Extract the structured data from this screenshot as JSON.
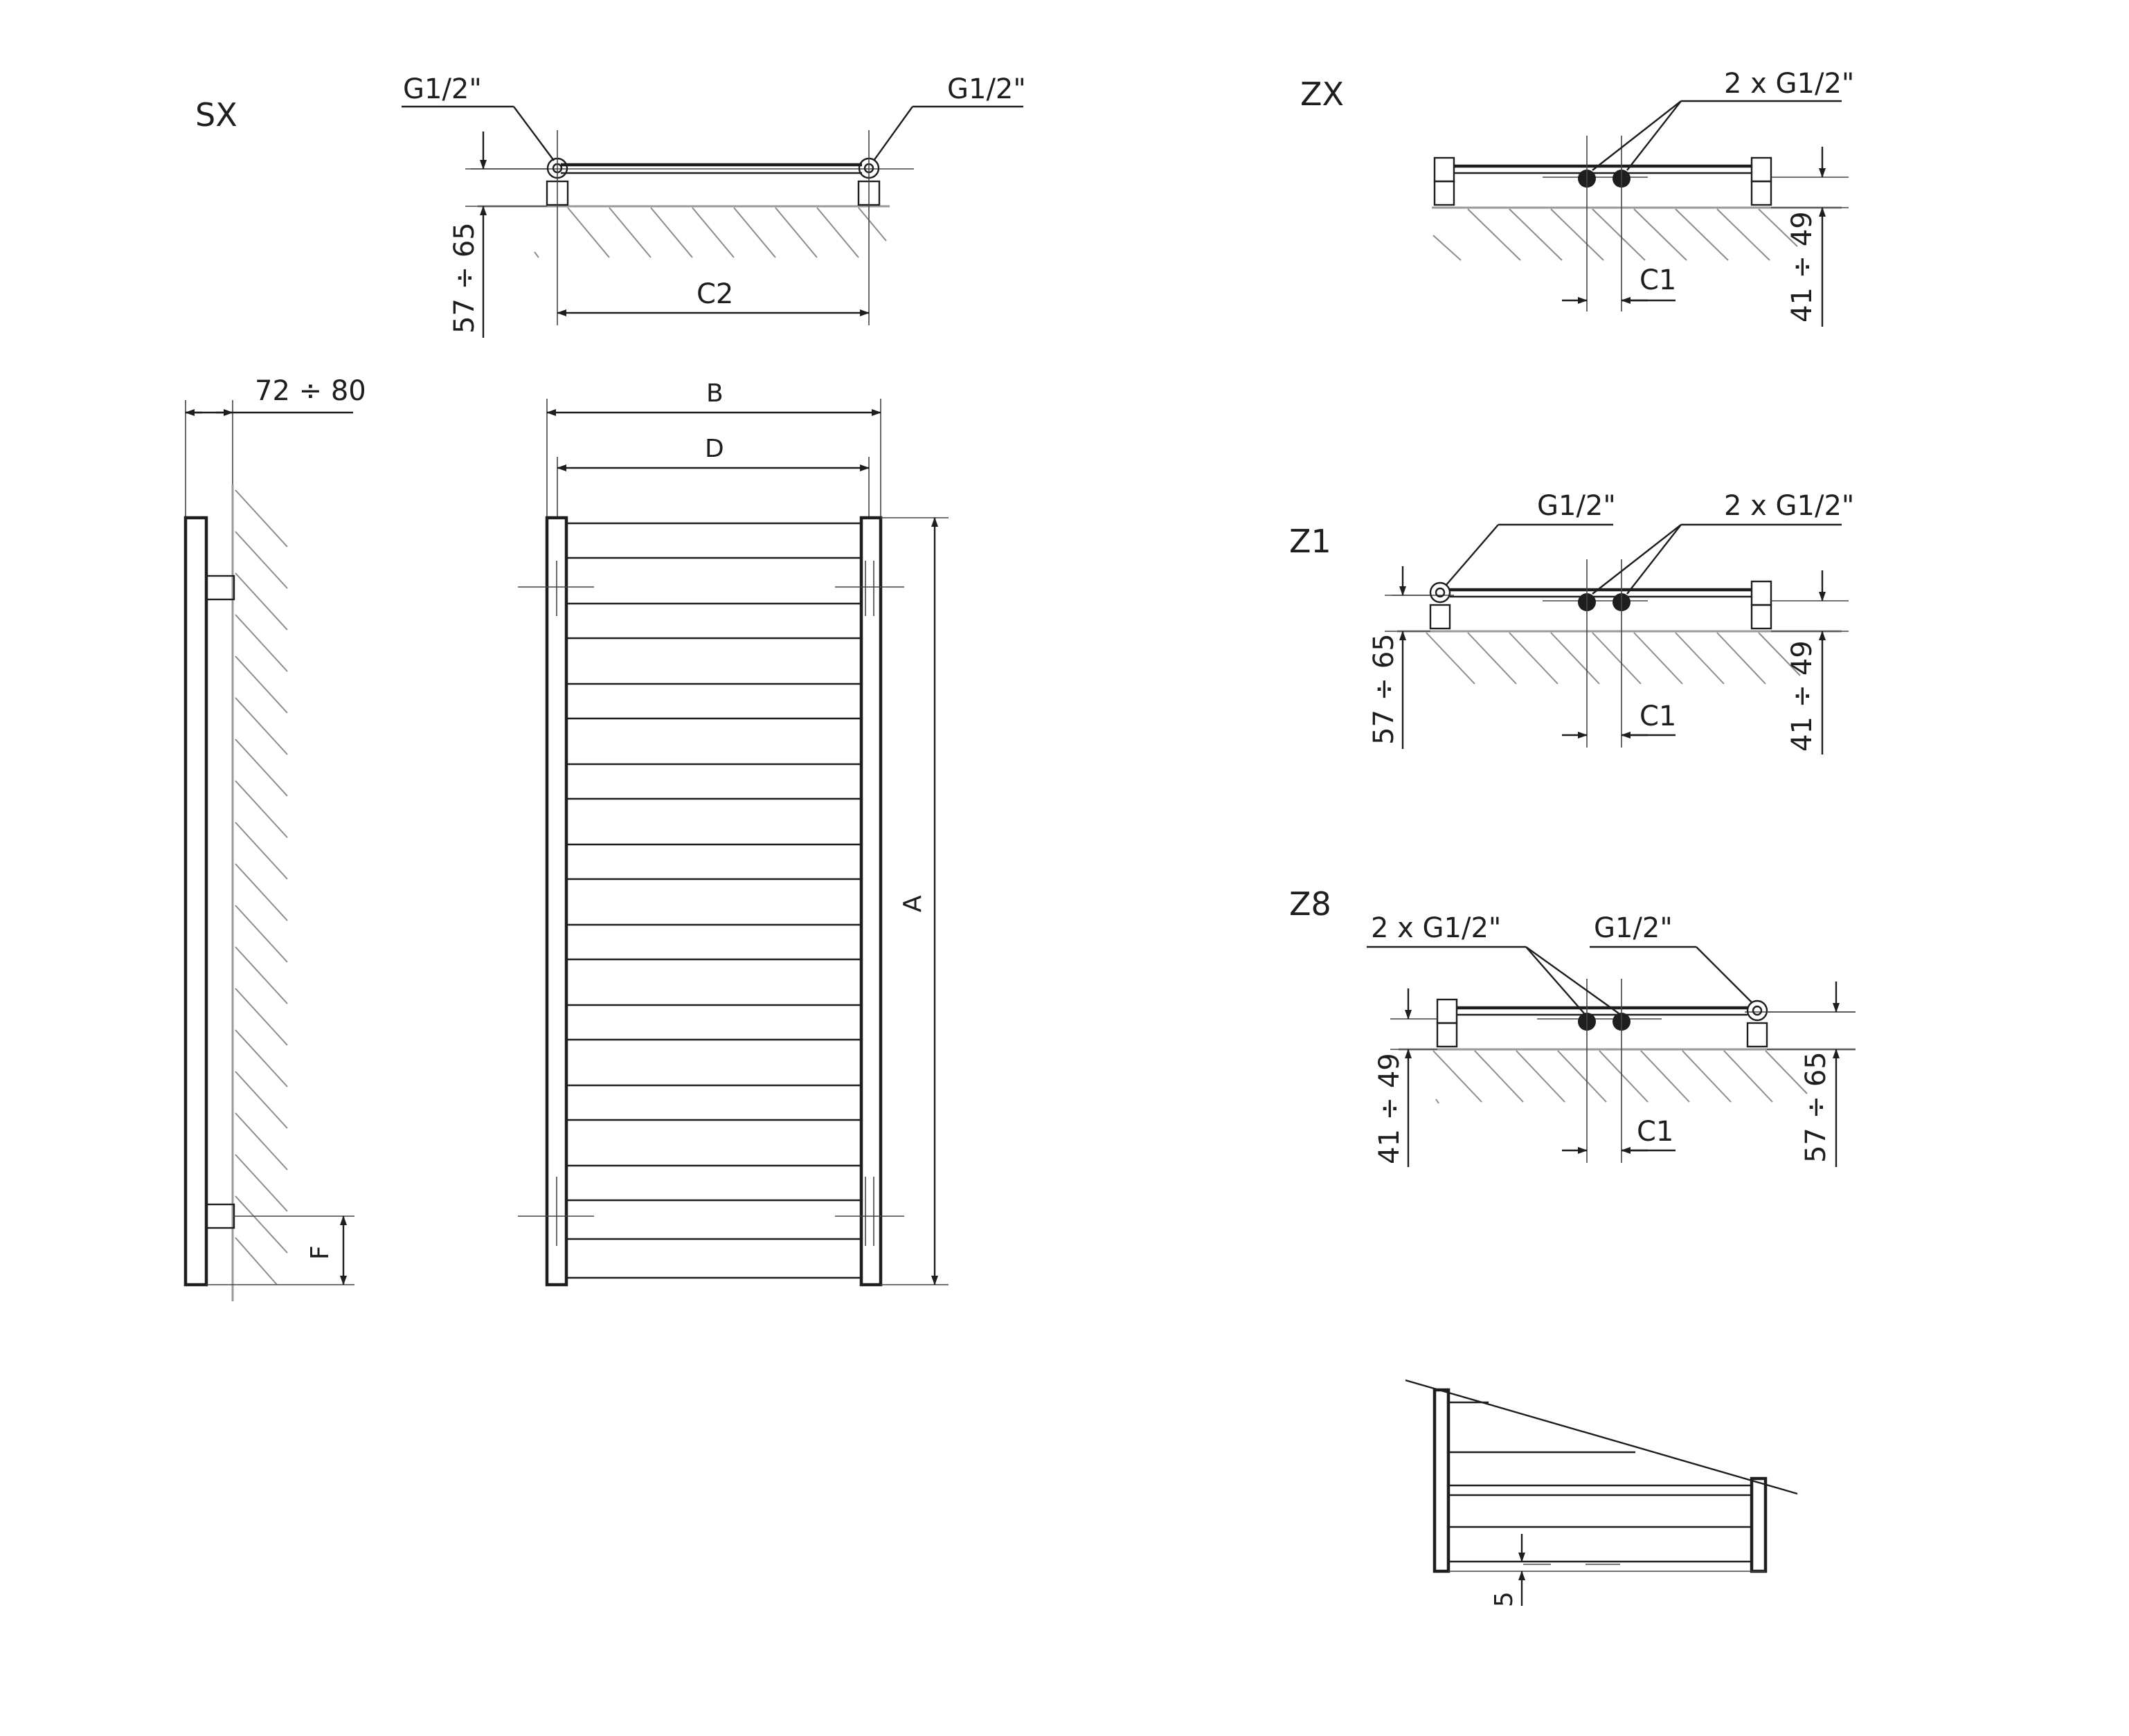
{
  "views": {
    "sx": {
      "name": "SX",
      "conn_left": "G1/2\"",
      "conn_right": "G1/2\"",
      "wall_dist": "57 ÷ 65",
      "spacing": "C2"
    },
    "side": {
      "depth": "72 ÷ 80",
      "bottom_conn": "F"
    },
    "front": {
      "width_b": "B",
      "width_d": "D",
      "height": "A"
    },
    "zx": {
      "name": "ZX",
      "conn": "2 x G1/2\"",
      "spacing": "C1",
      "wall_dist": "41 ÷ 49"
    },
    "z1": {
      "name": "Z1",
      "conn_single": "G1/2\"",
      "conn_double": "2 x G1/2\"",
      "wall_dist_left": "57 ÷ 65",
      "wall_dist_right": "41 ÷ 49",
      "spacing": "C1"
    },
    "z8": {
      "name": "Z8",
      "conn_double": "2 x G1/2\"",
      "conn_single": "G1/2\"",
      "wall_dist_left": "41 ÷ 49",
      "wall_dist_right": "57 ÷ 65",
      "spacing": "C1"
    },
    "bottom": {
      "gap": "5"
    }
  }
}
